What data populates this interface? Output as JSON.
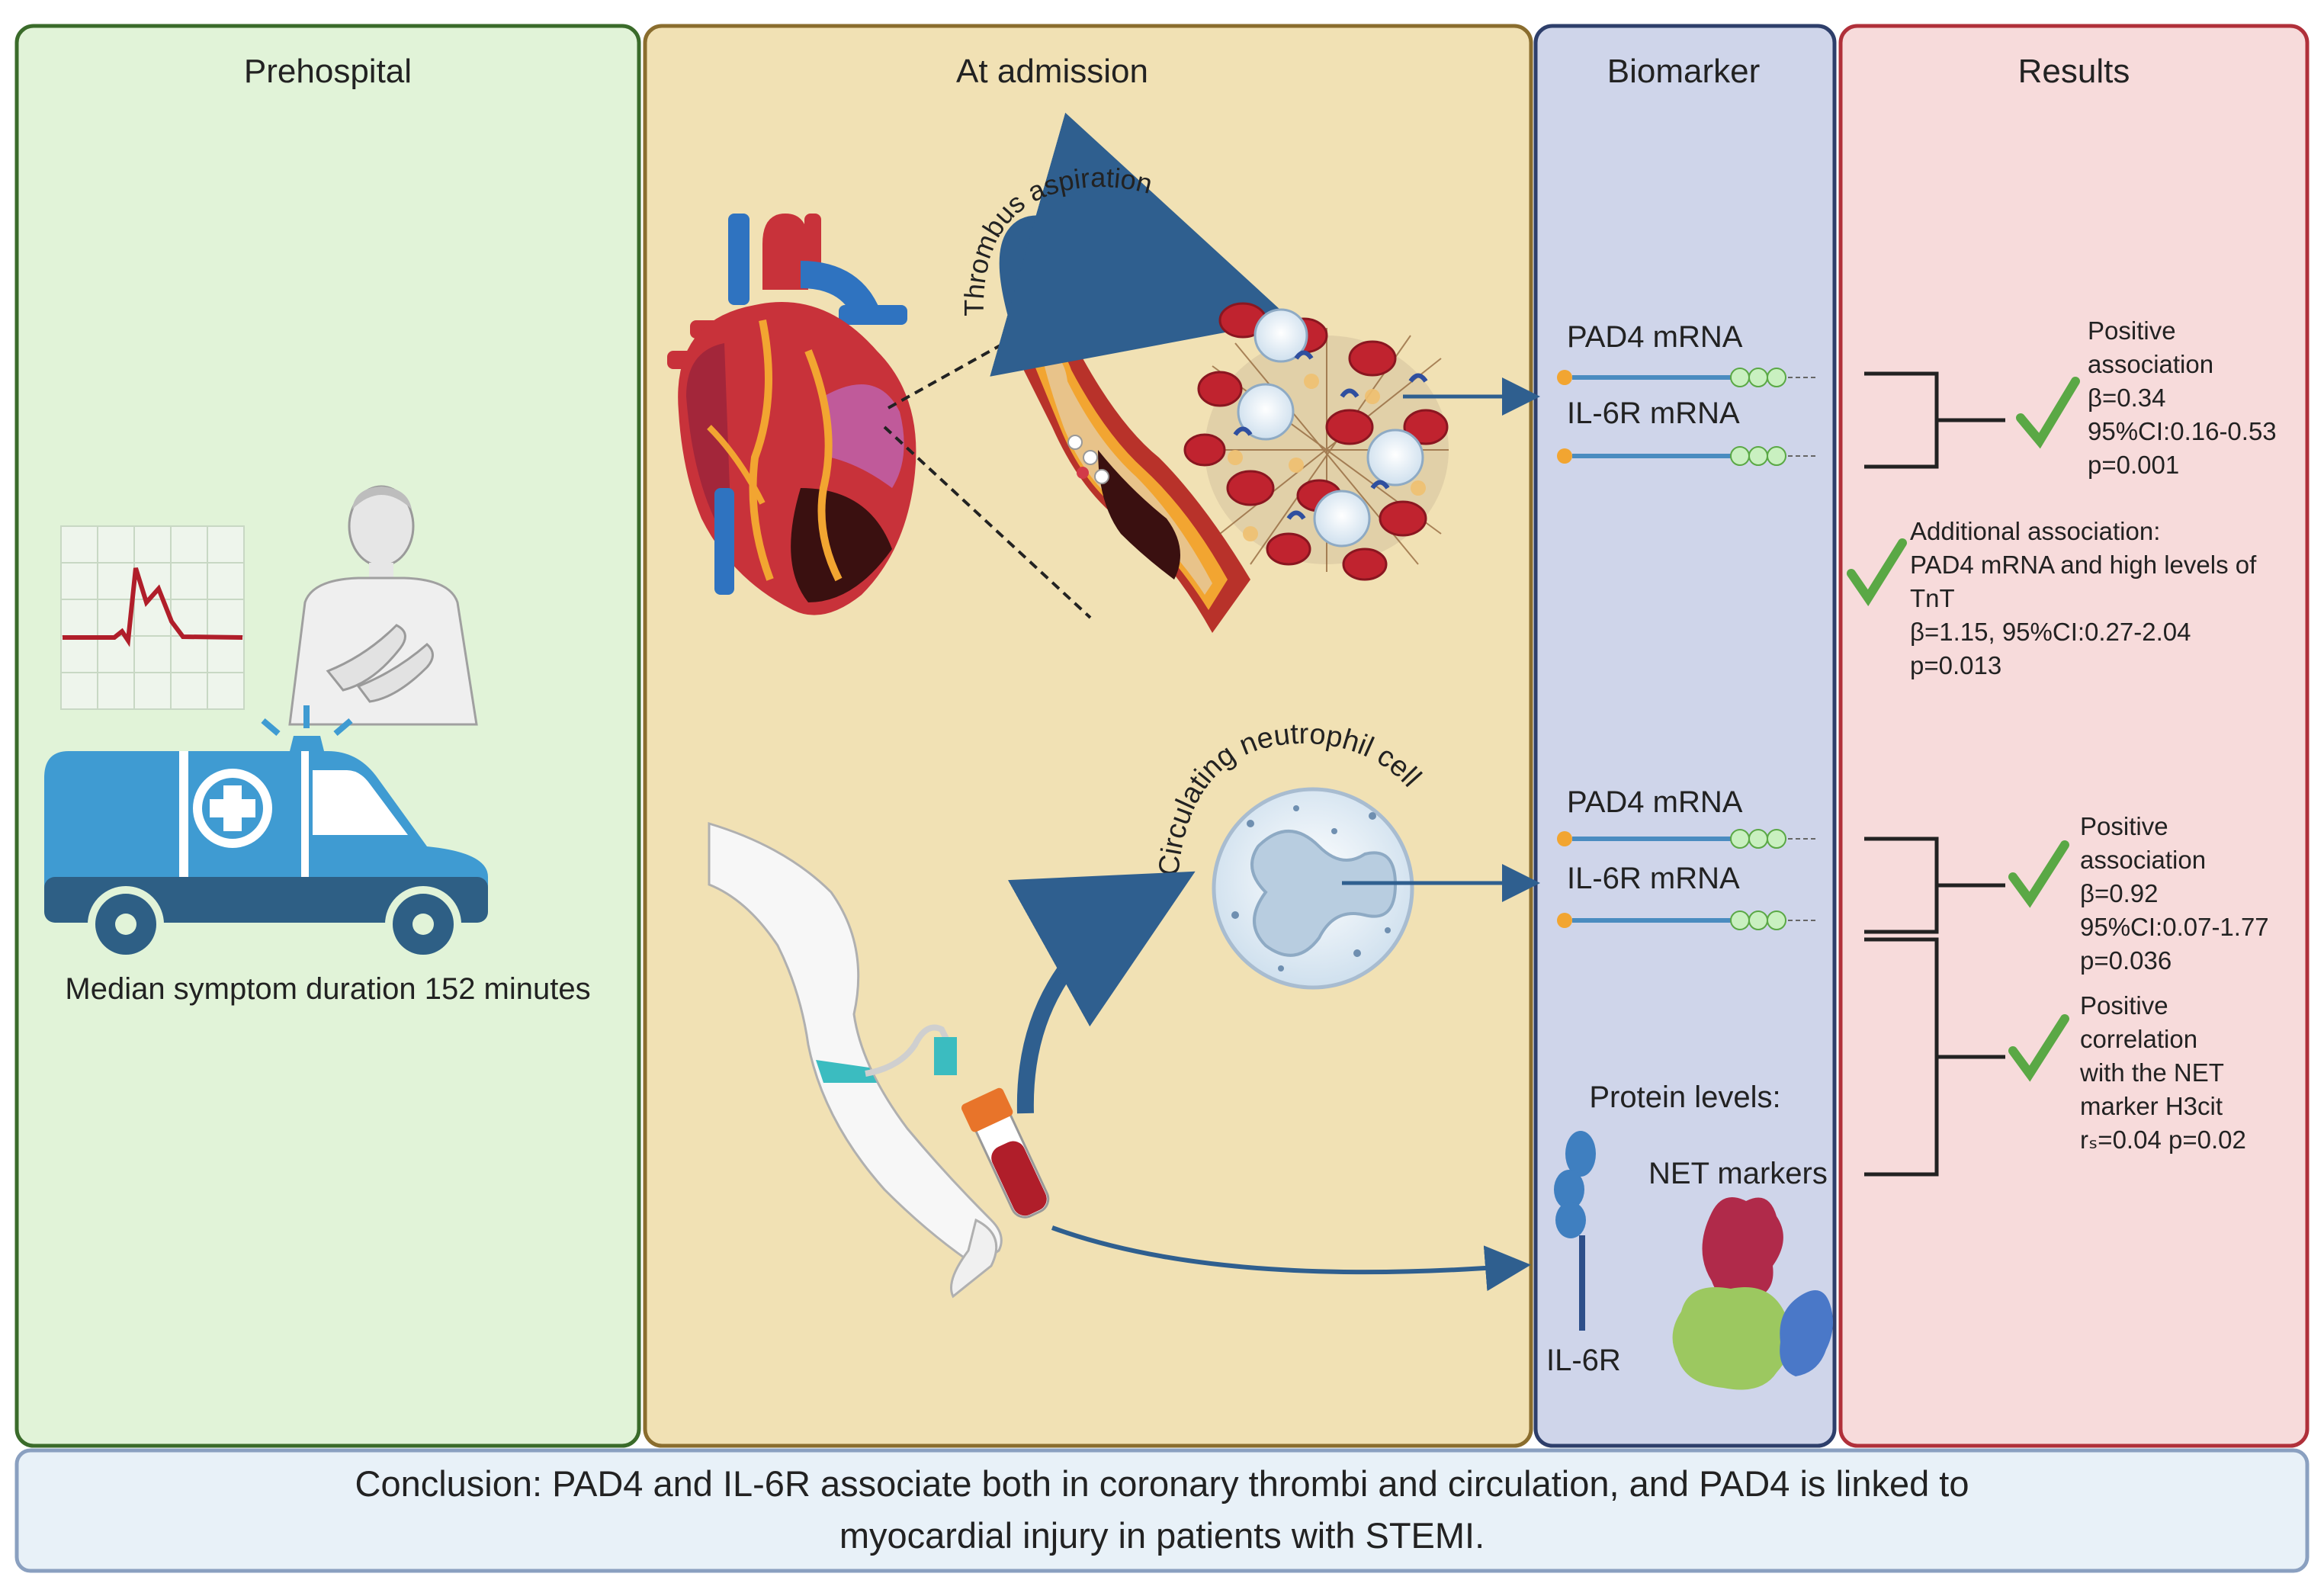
{
  "panels": {
    "prehospital": {
      "title": "Prehospital",
      "caption": "Median symptom duration 152 minutes"
    },
    "admission": {
      "title": "At admission",
      "thrombus_label": "Thrombus aspiration",
      "neutrophil_label": "Circulating neutrophil cell"
    },
    "biomarker": {
      "title": "Biomarker",
      "thrombus_pad4": "PAD4 mRNA",
      "thrombus_il6r": "IL-6R mRNA",
      "blood_pad4": "PAD4 mRNA",
      "blood_il6r": "IL-6R mRNA",
      "protein_title": "Protein levels:",
      "net_markers": "NET markers",
      "il6r_protein": "IL-6R"
    },
    "results": {
      "title": "Results",
      "thrombus_result": [
        "Positive",
        "association",
        "β=0.34",
        "95%CI:0.16-0.53",
        "p=0.001"
      ],
      "additional_result": [
        "Additional association:",
        "PAD4 mRNA and high levels of",
        "TnT",
        "β=1.15, 95%CI:0.27-2.04",
        "p=0.013"
      ],
      "blood_result": [
        "Positive",
        "association",
        "β=0.92",
        "95%CI:0.07-1.77",
        "p=0.036"
      ],
      "correlation_result": [
        "Positive",
        "correlation",
        "with the NET",
        "marker H3cit",
        "rₛ=0.04 p=0.02"
      ]
    }
  },
  "conclusion": {
    "line1": "Conclusion: PAD4 and IL-6R associate both in coronary thrombi and circulation, and PAD4 is linked to",
    "line2": "myocardial injury in patients with STEMI."
  },
  "colors": {
    "prehospital_bg": "#e1f3d8",
    "prehospital_border": "#3a6b2a",
    "admission_bg": "#f1e1b4",
    "admission_border": "#8a6d2e",
    "biomarker_bg": "#cfd5ea",
    "biomarker_border": "#2e3f6b",
    "results_bg": "#f7dbdb",
    "results_border": "#b0303a",
    "conclusion_bg": "#e8f1f8",
    "conclusion_border": "#8aa0c0",
    "check": "#5aa845",
    "arrow": "#2f5f8f"
  },
  "icons": [
    "ecg-icon",
    "patient-icon",
    "ambulance-icon",
    "heart-icon",
    "artery-icon",
    "thrombus-icon",
    "neutrophil-icon",
    "arm-blood-draw-icon",
    "mrna-icon",
    "il6r-protein-icon",
    "net-protein-icon",
    "check-icon"
  ]
}
